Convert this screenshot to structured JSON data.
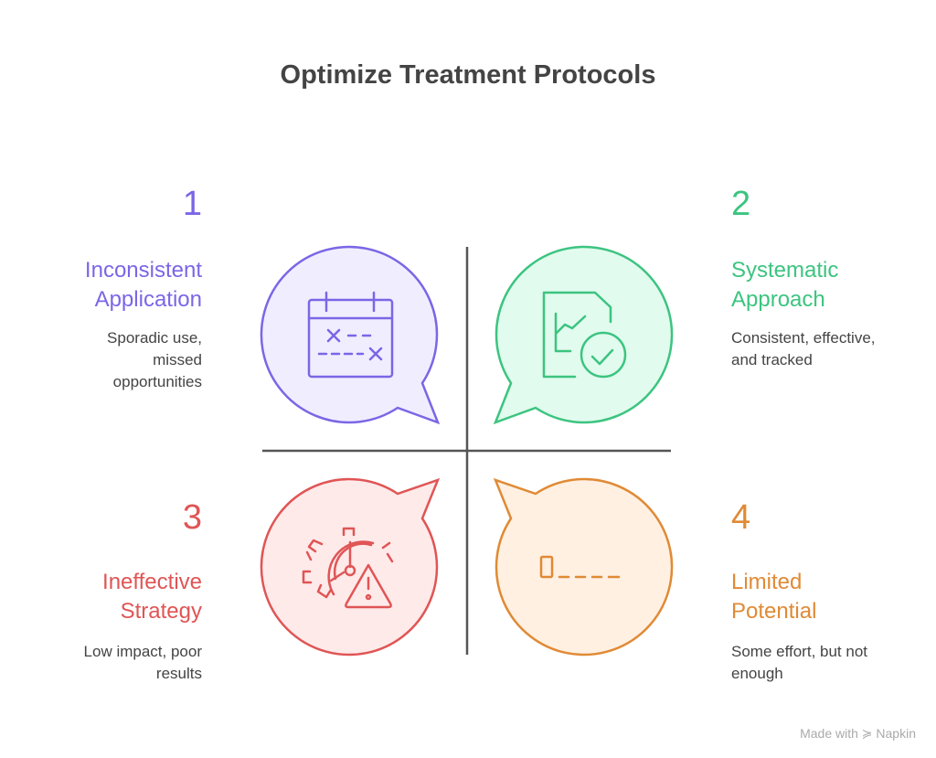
{
  "title": "Optimize Treatment Protocols",
  "quadrants": [
    {
      "number": "1",
      "heading_line1": "Inconsistent",
      "heading_line2": "Application",
      "desc_line1": "Sporadic use,",
      "desc_line2": "missed",
      "desc_line3": "opportunities",
      "color": "#7b66e6",
      "fill": "#f0eefe",
      "icon": "calendar-missed-icon"
    },
    {
      "number": "2",
      "heading_line1": "Systematic",
      "heading_line2": "Approach",
      "desc_line1": "Consistent, effective,",
      "desc_line2": "and tracked",
      "color": "#3cc480",
      "fill": "#e1fbee",
      "icon": "report-check-icon"
    },
    {
      "number": "3",
      "heading_line1": "Ineffective",
      "heading_line2": "Strategy",
      "desc_line1": "Low impact, poor",
      "desc_line2": "results",
      "color": "#e05555",
      "fill": "#ffeaea",
      "icon": "gear-gauge-warning-icon"
    },
    {
      "number": "4",
      "heading_line1": "Limited",
      "heading_line2": "Potential",
      "desc_line1": "Some effort, but not",
      "desc_line2": "enough",
      "color": "#e08a35",
      "fill": "#fff0e2",
      "icon": "progress-low-icon"
    }
  ],
  "footer": "Made with ≽ Napkin"
}
